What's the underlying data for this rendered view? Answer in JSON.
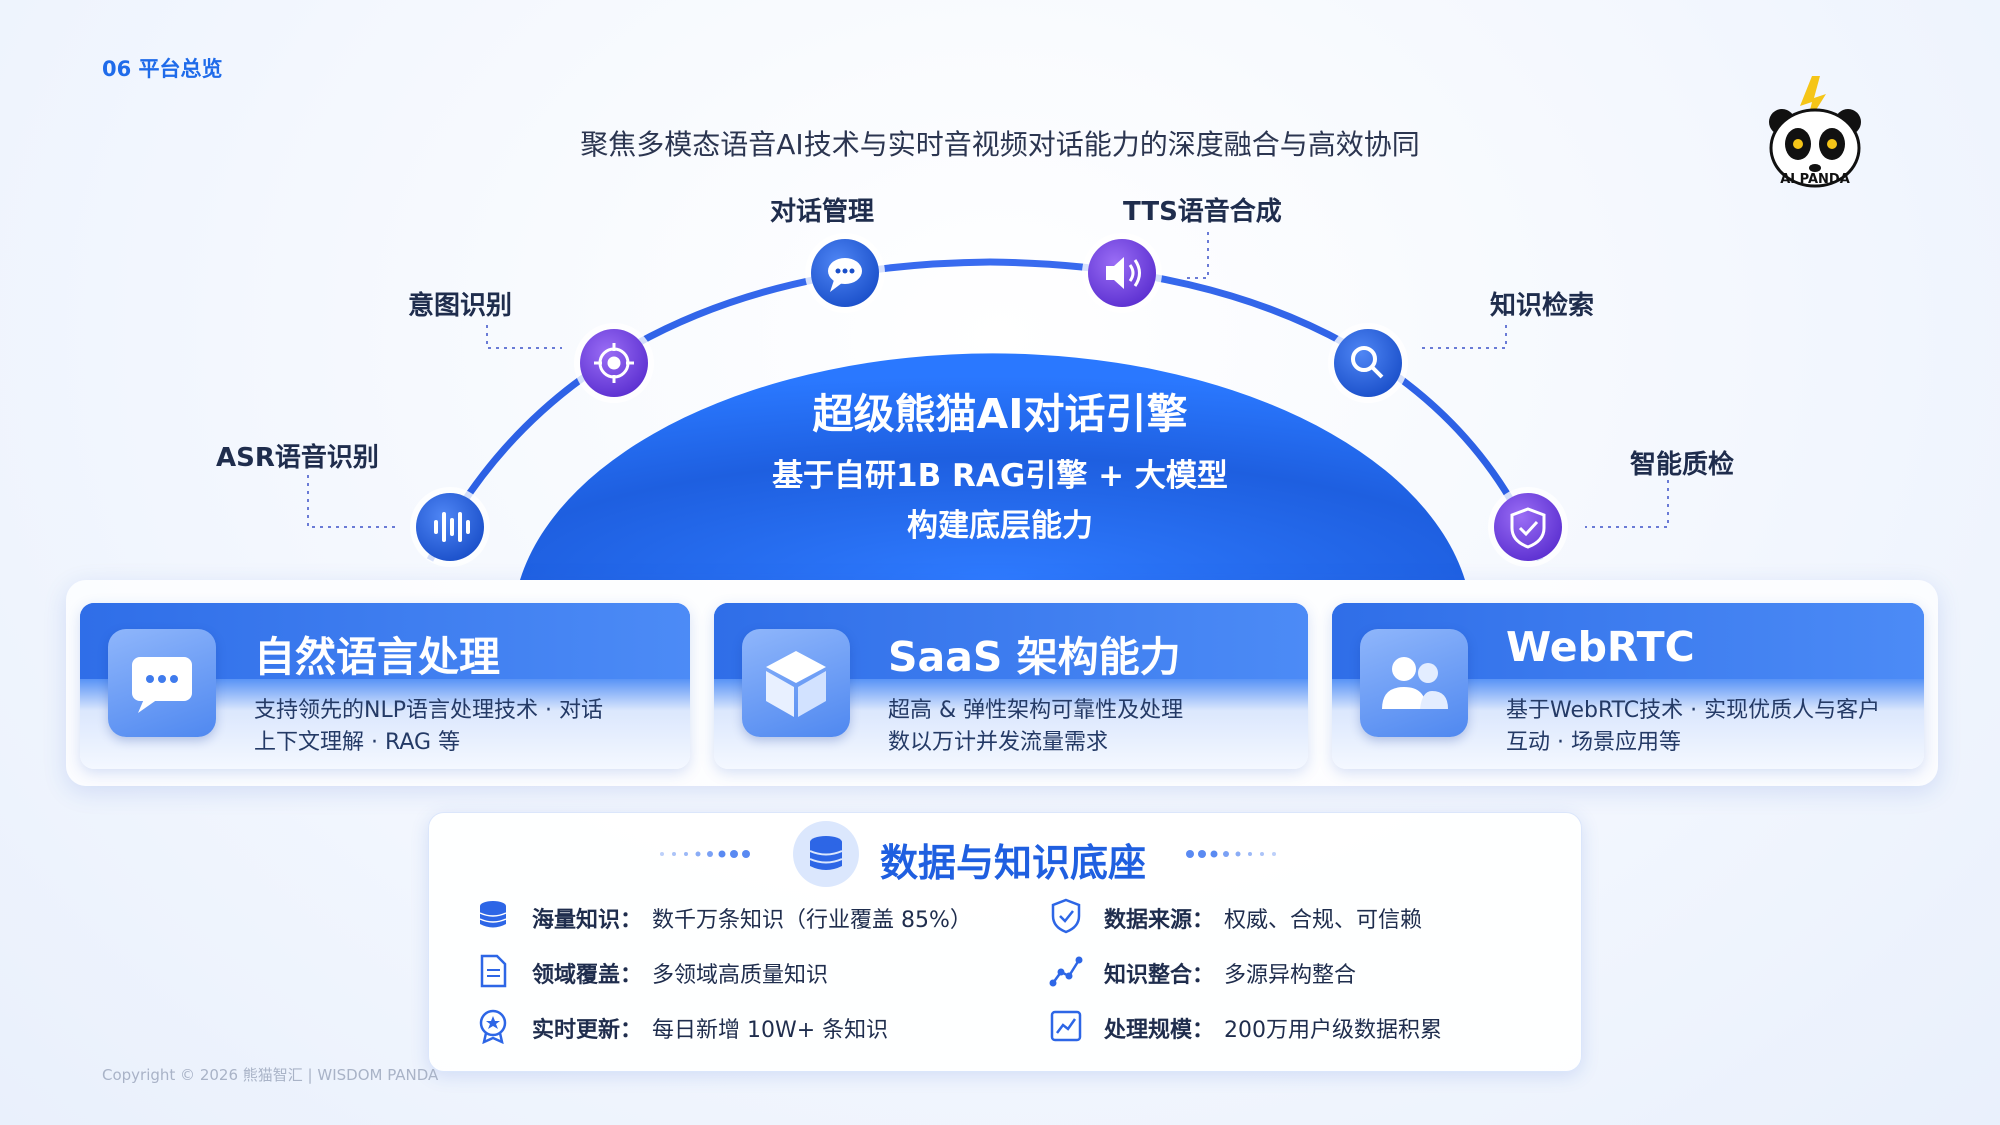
{
  "header": {
    "section_tag": "06 平台总览",
    "subtitle": "聚焦多模态语音AI技术与实时音视频对话能力的深度融合与高效协同",
    "logo_text": "AI PANDA"
  },
  "engine": {
    "title": "超级熊猫AI对话引擎",
    "line1": "基于自研1B RAG引擎 + 大模型",
    "line2": "构建底层能力"
  },
  "nodes": [
    {
      "label": "ASR语音识别",
      "icon": "waveform-icon"
    },
    {
      "label": "意图识别",
      "icon": "target-icon"
    },
    {
      "label": "对话管理",
      "icon": "chat-bubble-icon"
    },
    {
      "label": "TTS语音合成",
      "icon": "speaker-icon"
    },
    {
      "label": "知识检索",
      "icon": "search-icon"
    },
    {
      "label": "智能质检",
      "icon": "shield-check-icon"
    }
  ],
  "cards": [
    {
      "title": "自然语言处理",
      "desc1": "支持领先的NLP语言处理技术 · 对话",
      "desc2": "上下文理解 · RAG 等",
      "icon": "chat-icon"
    },
    {
      "title": "SaaS 架构能力",
      "desc1": "超高 & 弹性架构可靠性及处理",
      "desc2": "数以万计并发流量需求",
      "icon": "cube-icon"
    },
    {
      "title": "WebRTC",
      "desc1": "基于WebRTC技术 · 实现优质人与客户",
      "desc2": "互动 · 场景应用等",
      "icon": "users-icon"
    }
  ],
  "data_section": {
    "title": "数据与知识底座",
    "items": [
      {
        "label": "海量知识：",
        "text": "数千万条知识（行业覆盖 85%）",
        "icon": "database-icon"
      },
      {
        "label": "领域覆盖：",
        "text": "多领域高质量知识",
        "icon": "document-icon"
      },
      {
        "label": "实时更新：",
        "text": "每日新增 10W+ 条知识",
        "icon": "badge-star-icon"
      },
      {
        "label": "数据来源：",
        "text": "权威、合规、可信赖",
        "icon": "shield-icon"
      },
      {
        "label": "知识整合：",
        "text": "多源异构整合",
        "icon": "graph-icon"
      },
      {
        "label": "处理规模：",
        "text": "200万用户级数据积累",
        "icon": "chart-icon"
      }
    ]
  },
  "footer": {
    "copyright": "Copyright © 2026 熊猫智汇 | WISDOM PANDA"
  },
  "colors": {
    "primary": "#1f6bea",
    "dome": "#2563eb",
    "purple": "#6a3fd9"
  }
}
